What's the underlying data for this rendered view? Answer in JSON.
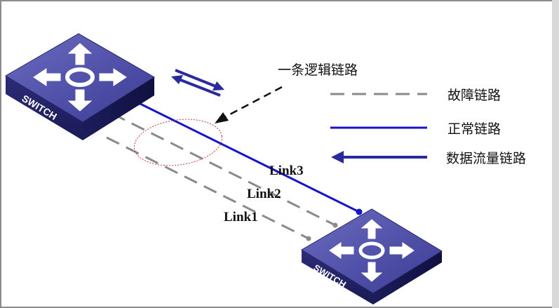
{
  "diagram": {
    "switch_label": "SWITCH",
    "logical_link_label": "一条逻辑链路",
    "legend": {
      "fault_link": "故障链路",
      "normal_link": "正常链路",
      "traffic_link": "数据流量链路"
    },
    "links": {
      "link1": "Link1",
      "link2": "Link2",
      "link3": "Link3"
    },
    "colors": {
      "normal_link": "#1414cc",
      "fault_link": "#8a8a8a",
      "traffic_arrow": "#2a2a9e",
      "switch_face": "#3a3a8f",
      "ellipse": "#cc3333"
    }
  }
}
